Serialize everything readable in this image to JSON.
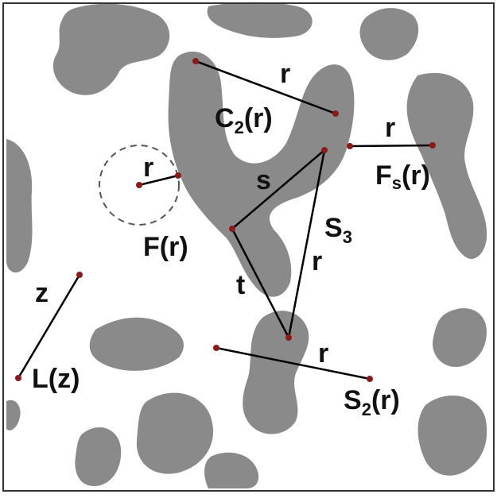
{
  "colors": {
    "background": "#ffffff",
    "phase": "#8a8a8a",
    "frame": "#333333",
    "line": "#000000",
    "point": "#8b1a1a",
    "dashed_circle": "#555555"
  },
  "labels": {
    "c2": {
      "main": "C",
      "sub": "2",
      "arg": "(r)"
    },
    "c2_r": "r",
    "fs": {
      "main": "F",
      "sub": "s",
      "arg": "(r)"
    },
    "fs_r": "r",
    "f": "F(r)",
    "f_r": "r",
    "s3": {
      "main": "S",
      "sub": "3"
    },
    "s3_s": "s",
    "s3_t": "t",
    "s3_r": "r",
    "l": "L(z)",
    "l_z": "z",
    "s2": {
      "main": "S",
      "sub": "2",
      "arg": "(r)"
    },
    "s2_r": "r"
  }
}
